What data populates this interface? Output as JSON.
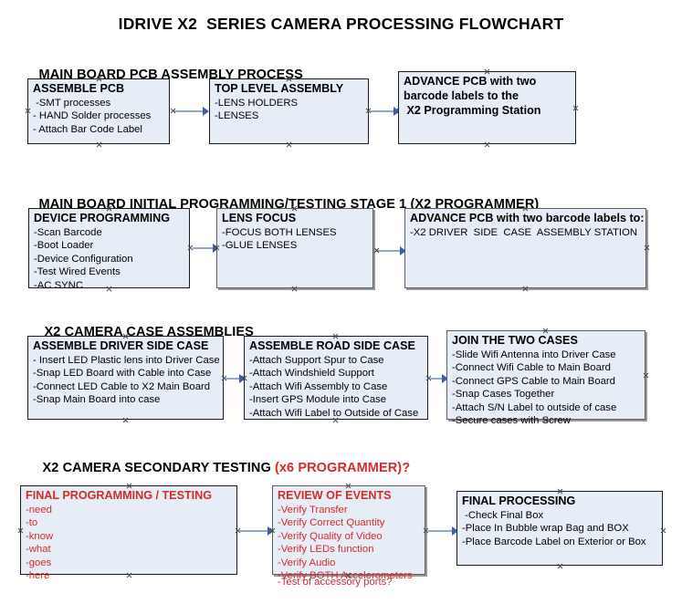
{
  "document": {
    "title": "IDRIVE X2  SERIES CAMERA PROCESSING FLOWCHART"
  },
  "colors": {
    "box_fill": "#e7edf7",
    "box_border": "#1a1a1a",
    "accent_red": "#d42b2b",
    "connector": "#8fa9c4",
    "arrowhead": "#3b5fa8"
  },
  "sections": [
    {
      "id": "main-board-pcb-assembly-process",
      "heading": "MAIN BOARD PCB ASSEMBLY PROCESS",
      "heading_accent": "",
      "boxes": [
        {
          "id": "assemble-pcb",
          "title": "ASSEMBLE PCB",
          "lines": [
            " -SMT processes",
            "- HAND Solder processes",
            "- Attach Bar Code Label"
          ]
        },
        {
          "id": "top-level-assembly",
          "title": "TOP LEVEL ASSEMBLY",
          "lines": [
            "-LENS HOLDERS",
            "-LENSES"
          ]
        },
        {
          "id": "advance-pcb-to-x2-programming-station",
          "title": "ADVANCE PCB with two",
          "lines": [
            "barcode labels to the",
            " X2 Programming Station"
          ]
        }
      ]
    },
    {
      "id": "main-board-initial-programming",
      "heading": "MAIN BOARD INITIAL PROGRAMMING/TESTING STAGE 1 (X2 PROGRAMMER)",
      "heading_accent": "",
      "boxes": [
        {
          "id": "device-programming",
          "title": "DEVICE PROGRAMMING",
          "lines": [
            "-Scan Barcode",
            "-Boot Loader",
            "-Device Configuration",
            "-Test Wired Events",
            "-AC SYNC"
          ]
        },
        {
          "id": "lens-focus",
          "title": "LENS FOCUS",
          "lines": [
            "-FOCUS BOTH LENSES",
            "-GLUE LENSES"
          ]
        },
        {
          "id": "advance-pcb-to-driver-side-case-station",
          "title": "ADVANCE PCB with two barcode labels to:",
          "lines": [
            "-X2 DRIVER  SIDE  CASE  ASSEMBLY STATION"
          ]
        }
      ]
    },
    {
      "id": "x2-camera-case-assemblies",
      "heading": "X2 CAMERA CASE ASSEMBLIES",
      "heading_accent": "",
      "boxes": [
        {
          "id": "assemble-driver-side-case",
          "title": "ASSEMBLE DRIVER SIDE CASE",
          "lines": [
            "- Insert LED Plastic lens into Driver Case",
            "-Snap LED Board with Cable into Case",
            "-Connect LED Cable to X2 Main Board",
            "-Snap Main Board into case"
          ]
        },
        {
          "id": "assemble-road-side-case",
          "title": "ASSEMBLE ROAD SIDE CASE",
          "lines": [
            "-Attach Support Spur to Case",
            "-Attach Windshield Support",
            "-Attach Wifi Assembly to Case",
            "-Insert GPS Module into Case",
            "-Attach Wifi Label to Outside of Case"
          ]
        },
        {
          "id": "join-the-two-cases",
          "title": "JOIN THE TWO CASES",
          "lines": [
            "-Slide Wifi Antenna into Driver Case",
            "-Connect Wifi Cable to Main Board",
            "-Connect GPS Cable to Main Board",
            "-Snap Cases Together",
            "-Attach S/N Label to outside of case",
            "-Secure cases with Screw"
          ]
        }
      ]
    },
    {
      "id": "x2-camera-secondary-testing",
      "heading": "X2 CAMERA SECONDARY TESTING ",
      "heading_accent": "(x6 PROGRAMMER)?",
      "boxes": [
        {
          "id": "final-programming-testing",
          "title": "FINAL PROGRAMMING / TESTING",
          "lines": [
            "-need",
            "-to",
            "-know",
            "-what",
            "-goes",
            "-here"
          ]
        },
        {
          "id": "review-of-events",
          "title": "REVIEW OF EVENTS",
          "lines": [
            "-Verify Transfer",
            "-Verify Correct Quantity",
            "-Verify Quality of Video",
            "-Verify LEDs function",
            "-Verify Audio",
            "-Verify BOTH Accelerometers"
          ],
          "overflow_line": "-Test of accessory ports?"
        },
        {
          "id": "final-processing",
          "title": "FINAL PROCESSING",
          "lines": [
            " -Check Final Box",
            "-Place In Bubble wrap Bag and BOX",
            "-Place Barcode Label on Exterior or Box"
          ]
        }
      ]
    }
  ]
}
